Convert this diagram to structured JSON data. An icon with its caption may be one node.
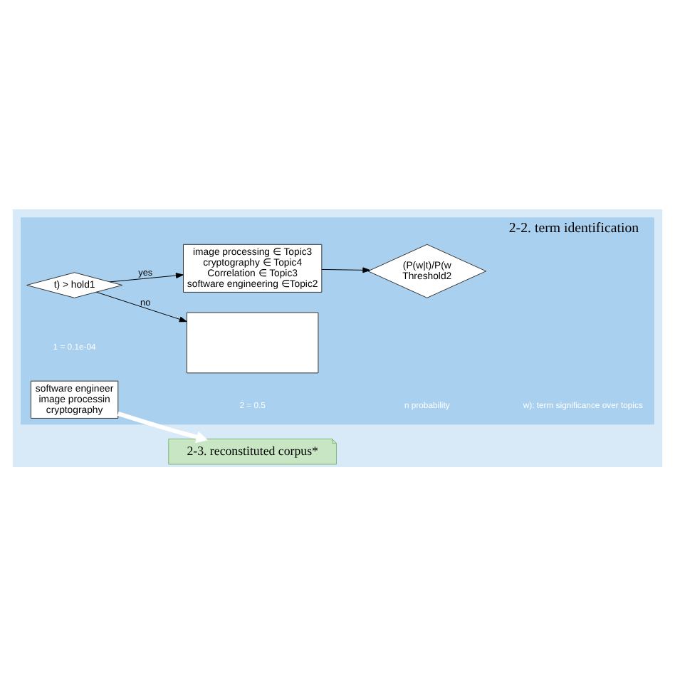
{
  "diagram": {
    "nodes": [
      {
        "text": [
          "2-2. term identification"
        ]
      },
      {
        "text": [
          "t) > hold1"
        ],
        "in": 0
      },
      {
        "text": [
          "image processing ∈ Topic3",
          "cryptography ∈ Topic4",
          "Correlation ∈ Topic3",
          "software engineering ∈Topic2"
        ],
        "in": 0
      },
      {
        "text": [],
        "shape": "box",
        "in": 0
      },
      {
        "text": [
          "(P(w|t)/P(w",
          "Threshold2"
        ],
        "in": 0
      },
      {
        "text": [
          "software engineer",
          "image processin",
          "cryptography"
        ],
        "in": 0
      },
      {
        "text": [
          "2-3. reconstituted corpus*"
        ]
      }
    ],
    "edges": [
      {
        "from": 1,
        "to": 2,
        "arrow": "to",
        "label": "yes"
      },
      {
        "from": 1,
        "to": 3,
        "arrow": "to",
        "label": "no"
      },
      {
        "from": 2,
        "to": 4,
        "arrow": "to"
      },
      {
        "from": 5,
        "to": 6,
        "arrow": "to",
        "style": "thick",
        "color": "#ffffff"
      }
    ],
    "labels": [
      "1 = 0.1e-04",
      "2 = 0.5",
      "n probability",
      "w): term significance over topics"
    ]
  }
}
